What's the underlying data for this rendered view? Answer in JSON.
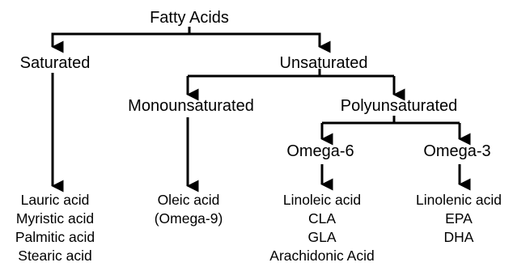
{
  "nodes": {
    "root": "Fatty Acids",
    "saturated": "Saturated",
    "unsaturated": "Unsaturated",
    "monounsaturated": "Monounsaturated",
    "polyunsaturated": "Polyunsaturated",
    "omega6": "Omega-6",
    "omega3": "Omega-3"
  },
  "lists": {
    "saturated_examples": [
      "Lauric acid",
      "Myristic acid",
      "Palmitic acid",
      "Stearic acid"
    ],
    "mono_examples": [
      "Oleic acid",
      "(Omega-9)"
    ],
    "omega6_examples": [
      "Linoleic acid",
      "CLA",
      "GLA",
      "Arachidonic Acid"
    ],
    "omega3_examples": [
      "Linolenic acid",
      "EPA",
      "DHA"
    ]
  },
  "colors": {
    "line": "#000000",
    "text": "#000000",
    "background": "#ffffff"
  }
}
